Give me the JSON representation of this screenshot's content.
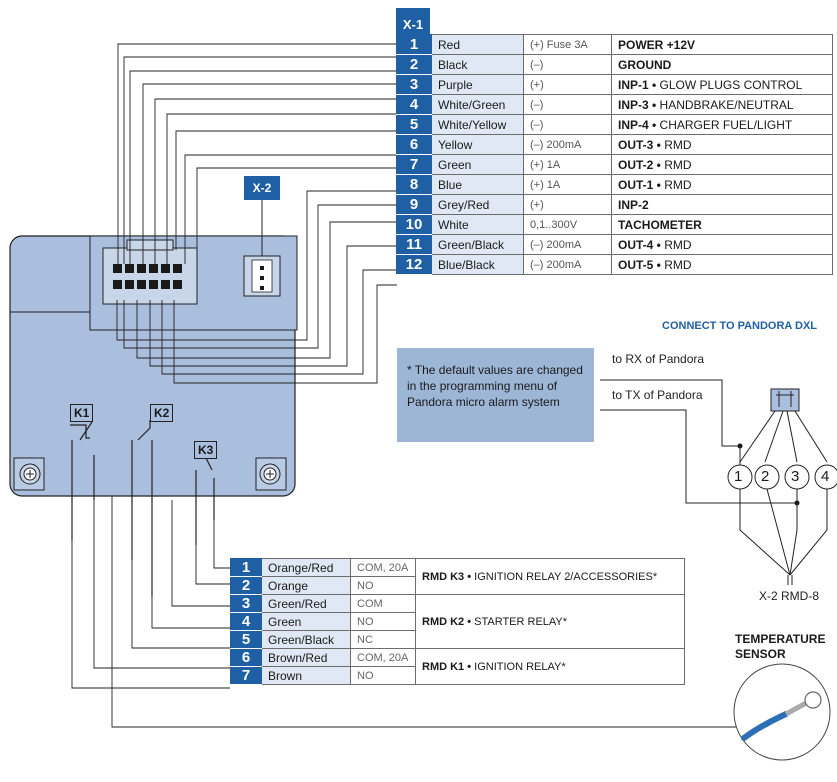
{
  "x1": {
    "header": "X-1",
    "rows": [
      {
        "num": "1",
        "color": "Red",
        "spec": "(+)  Fuse 3A",
        "func_bold": "POWER  +12V",
        "func_rest": ""
      },
      {
        "num": "2",
        "color": "Black",
        "spec": "(–)",
        "func_bold": "GROUND",
        "func_rest": ""
      },
      {
        "num": "3",
        "color": "Purple",
        "spec": "(+)",
        "func_bold": "INP-1 •",
        "func_rest": " GLOW PLUGS CONTROL"
      },
      {
        "num": "4",
        "color": "White/Green",
        "spec": "(–)",
        "func_bold": "INP-3 •",
        "func_rest": " HANDBRAKE/NEUTRAL"
      },
      {
        "num": "5",
        "color": "White/Yellow",
        "spec": "(–)",
        "func_bold": "INP-4 •",
        "func_rest": " CHARGER FUEL/LIGHT"
      },
      {
        "num": "6",
        "color": "Yellow",
        "spec": "(–) 200mA",
        "func_bold": "OUT-3 •",
        "func_rest": " RMD"
      },
      {
        "num": "7",
        "color": "Green",
        "spec": "(+) 1A",
        "func_bold": "OUT-2 •",
        "func_rest": " RMD"
      },
      {
        "num": "8",
        "color": "Blue",
        "spec": "(+) 1A",
        "func_bold": "OUT-1 •",
        "func_rest": " RMD"
      },
      {
        "num": "9",
        "color": "Grey/Red",
        "spec": "(+)",
        "func_bold": "INP-2",
        "func_rest": ""
      },
      {
        "num": "10",
        "color": "White",
        "spec": "0,1..300V",
        "func_bold": "TACHOMETER",
        "func_rest": ""
      },
      {
        "num": "11",
        "color": "Green/Black",
        "spec": "(–) 200mA",
        "func_bold": "OUT-4 •",
        "func_rest": " RMD"
      },
      {
        "num": "12",
        "color": "Blue/Black",
        "spec": "(–) 200mA",
        "func_bold": "OUT-5 •",
        "func_rest": " RMD"
      }
    ]
  },
  "x2_label": "X-2",
  "relays": {
    "k1": "K1",
    "k2": "K2",
    "k3": "K3"
  },
  "k_table": {
    "rows": [
      {
        "num": "1",
        "color": "Orange/Red",
        "spec": "COM, 20A"
      },
      {
        "num": "2",
        "color": "Orange",
        "spec": "NO"
      },
      {
        "num": "3",
        "color": "Green/Red",
        "spec": "COM"
      },
      {
        "num": "4",
        "color": "Green",
        "spec": "NO"
      },
      {
        "num": "5",
        "color": "Green/Black",
        "spec": "NC"
      },
      {
        "num": "6",
        "color": "Brown/Red",
        "spec": "COM, 20A"
      },
      {
        "num": "7",
        "color": "Brown",
        "spec": "NO"
      }
    ],
    "groups": [
      {
        "bold": "RMD K3 •",
        "rest": " IGNITION RELAY 2/ACCESSORIES*"
      },
      {
        "bold": "RMD K2 •",
        "rest": " STARTER RELAY*"
      },
      {
        "bold": "RMD K1 •",
        "rest": " IGNITION RELAY*"
      }
    ]
  },
  "note": "*  The default values are changed in the programming menu of Pandora micro alarm system",
  "connect": {
    "heading": "CONNECT TO PANDORA DXL",
    "rx": "to RX of Pandora",
    "tx": "to TX of Pandora",
    "pins": [
      "1",
      "2",
      "3",
      "4"
    ],
    "connector": "X-2 RMD-8"
  },
  "sensor": {
    "line1": "TEMPERATURE",
    "line2": "SENSOR"
  },
  "colors": {
    "accent": "#1f5fa3",
    "device": "#a9bfdd",
    "note": "#9db6d6",
    "row_fill": "#dfe8f4"
  }
}
